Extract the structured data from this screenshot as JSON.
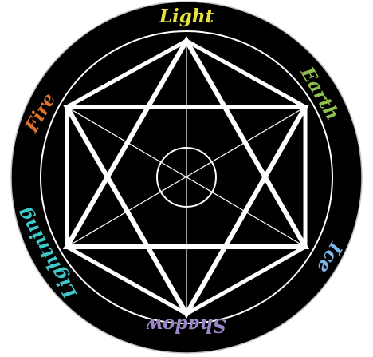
{
  "seal": {
    "elements": [
      {
        "key": "light",
        "label": "Light",
        "color": "#e8e23a"
      },
      {
        "key": "earth",
        "label": "Earth",
        "color": "#8fbf4d"
      },
      {
        "key": "ice",
        "label": "Ice",
        "color": "#7fb4e6"
      },
      {
        "key": "shadow",
        "label": "Shadow",
        "color": "#9a86c8"
      },
      {
        "key": "lightning",
        "label": "Lightning",
        "color": "#3fc7c9"
      },
      {
        "key": "fire",
        "label": "Fire",
        "color": "#e0722a"
      }
    ]
  }
}
